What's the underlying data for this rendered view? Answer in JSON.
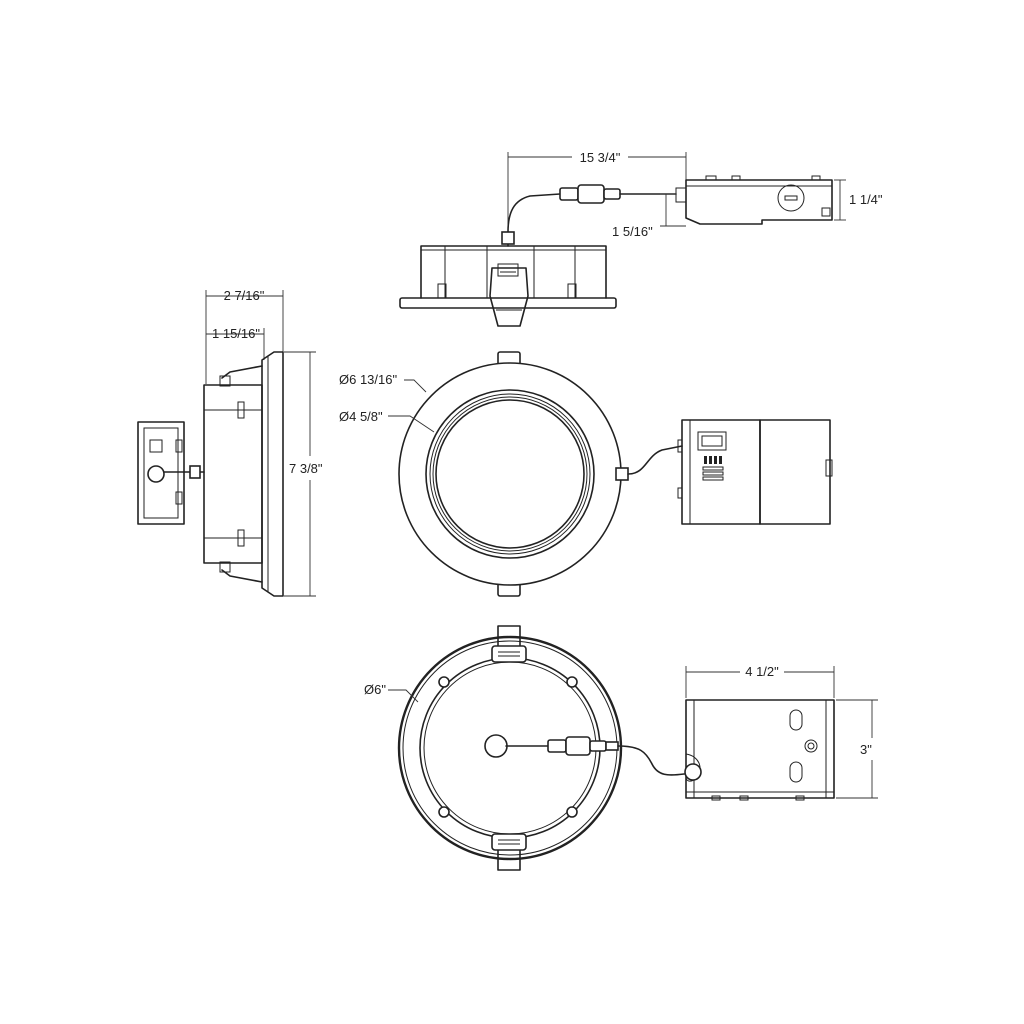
{
  "colors": {
    "line": "#222222",
    "background": "#ffffff"
  },
  "dimensions": {
    "cable_length": "15 3/4\"",
    "jbox_top_height": "1 1/4\"",
    "cable_offset": "1 5/16\"",
    "overall_depth": "2 7/16\"",
    "housing_depth": "1 15/16\"",
    "overall_height": "7 3/8\"",
    "outer_diameter": "Ø6 13/16\"",
    "lens_diameter": "Ø4 5/8\"",
    "back_diameter": "Ø6\"",
    "jbox_width": "4 1/2\"",
    "jbox_height": "3\""
  }
}
